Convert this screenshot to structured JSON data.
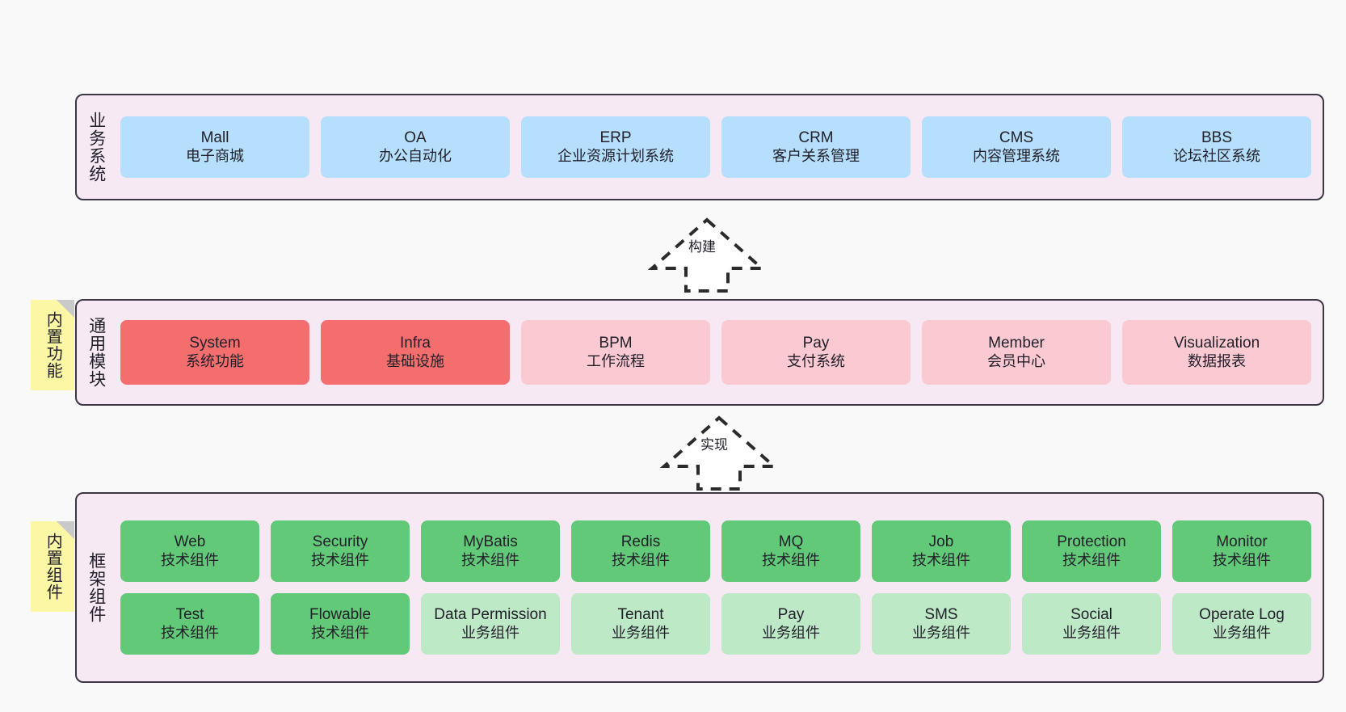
{
  "diagram": {
    "background": "#f9f9f9",
    "colors": {
      "layer_fill": "#f7e9f3",
      "layer_border": "#3d3645",
      "business_box": "#b5dffc",
      "module_core_box": "#f46e6e",
      "module_box": "#fbc9d2",
      "tech_component_box": "#61c977",
      "business_component_box": "#bde9c7",
      "note_fill": "#fbf7a4",
      "note_fold": "#c9c9c9"
    }
  },
  "layers": {
    "business": {
      "title": "业务系统",
      "boxes": [
        {
          "en": "Mall",
          "cn": "电子商城"
        },
        {
          "en": "OA",
          "cn": "办公自动化"
        },
        {
          "en": "ERP",
          "cn": "企业资源计划系统"
        },
        {
          "en": "CRM",
          "cn": "客户关系管理"
        },
        {
          "en": "CMS",
          "cn": "内容管理系统"
        },
        {
          "en": "BBS",
          "cn": "论坛社区系统"
        }
      ]
    },
    "modules": {
      "title": "通用模块",
      "note": "内置功能",
      "boxes": [
        {
          "en": "System",
          "cn": "系统功能",
          "style": "red"
        },
        {
          "en": "Infra",
          "cn": "基础设施",
          "style": "red"
        },
        {
          "en": "BPM",
          "cn": "工作流程",
          "style": "pink"
        },
        {
          "en": "Pay",
          "cn": "支付系统",
          "style": "pink"
        },
        {
          "en": "Member",
          "cn": "会员中心",
          "style": "pink"
        },
        {
          "en": "Visualization",
          "cn": "数据报表",
          "style": "pink"
        }
      ]
    },
    "framework": {
      "title": "框架组件",
      "note": "内置组件",
      "row1": [
        {
          "en": "Web",
          "cn": "技术组件",
          "style": "green"
        },
        {
          "en": "Security",
          "cn": "技术组件",
          "style": "green"
        },
        {
          "en": "MyBatis",
          "cn": "技术组件",
          "style": "green"
        },
        {
          "en": "Redis",
          "cn": "技术组件",
          "style": "green"
        },
        {
          "en": "MQ",
          "cn": "技术组件",
          "style": "green"
        },
        {
          "en": "Job",
          "cn": "技术组件",
          "style": "green"
        },
        {
          "en": "Protection",
          "cn": "技术组件",
          "style": "green"
        },
        {
          "en": "Monitor",
          "cn": "技术组件",
          "style": "green"
        }
      ],
      "row2": [
        {
          "en": "Test",
          "cn": "技术组件",
          "style": "green"
        },
        {
          "en": "Flowable",
          "cn": "技术组件",
          "style": "green"
        },
        {
          "en": "Data Permission",
          "cn": "业务组件",
          "style": "lgreen"
        },
        {
          "en": "Tenant",
          "cn": "业务组件",
          "style": "lgreen"
        },
        {
          "en": "Pay",
          "cn": "业务组件",
          "style": "lgreen"
        },
        {
          "en": "SMS",
          "cn": "业务组件",
          "style": "lgreen"
        },
        {
          "en": "Social",
          "cn": "业务组件",
          "style": "lgreen"
        },
        {
          "en": "Operate Log",
          "cn": "业务组件",
          "style": "lgreen"
        }
      ]
    }
  },
  "connectors": [
    {
      "label": "构建"
    },
    {
      "label": "实现"
    }
  ]
}
